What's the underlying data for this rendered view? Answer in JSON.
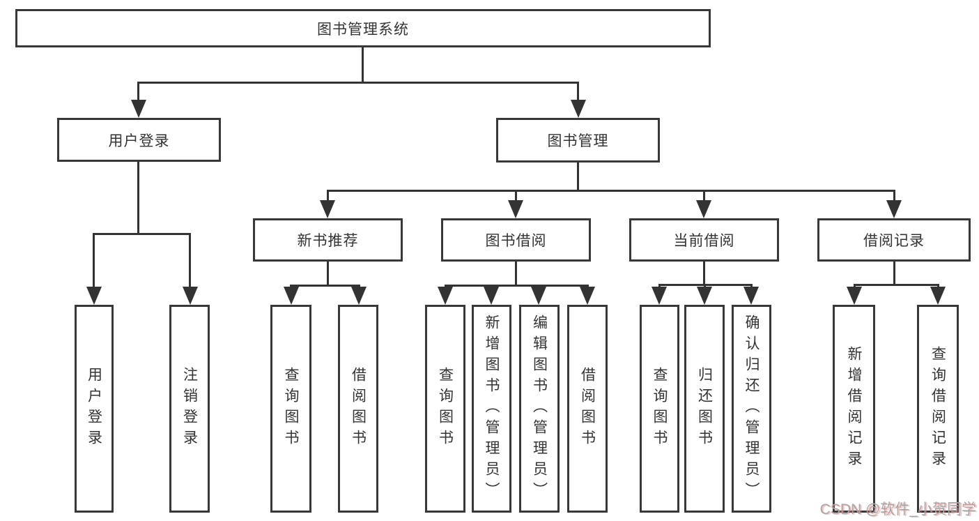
{
  "title": "图书管理系统",
  "watermark": "CSDN @软件_小贺同学",
  "colors": {
    "line": "#333333",
    "box_border": "#383838",
    "text": "#333333",
    "background": "#ffffff",
    "watermark_gray": "#a6a6a6",
    "watermark_red_shadow": "#f86c6b"
  },
  "tree": {
    "root": "图书管理系统",
    "branches": [
      {
        "label": "用户登录",
        "children": [
          "用户登录",
          "注销登录"
        ]
      },
      {
        "label": "图书管理",
        "groups": [
          {
            "label": "新书推荐",
            "children": [
              "查询图书",
              "借阅图书"
            ]
          },
          {
            "label": "图书借阅",
            "children": [
              "查询图书",
              "新增图书（管理员）",
              "编辑图书（管理员）",
              "借阅图书"
            ]
          },
          {
            "label": "当前借阅",
            "children": [
              "查询图书",
              "归还图书",
              "确认归还（管理员）"
            ]
          },
          {
            "label": "借阅记录",
            "children": [
              "新增借阅记录",
              "查询借阅记录"
            ]
          }
        ]
      }
    ]
  }
}
